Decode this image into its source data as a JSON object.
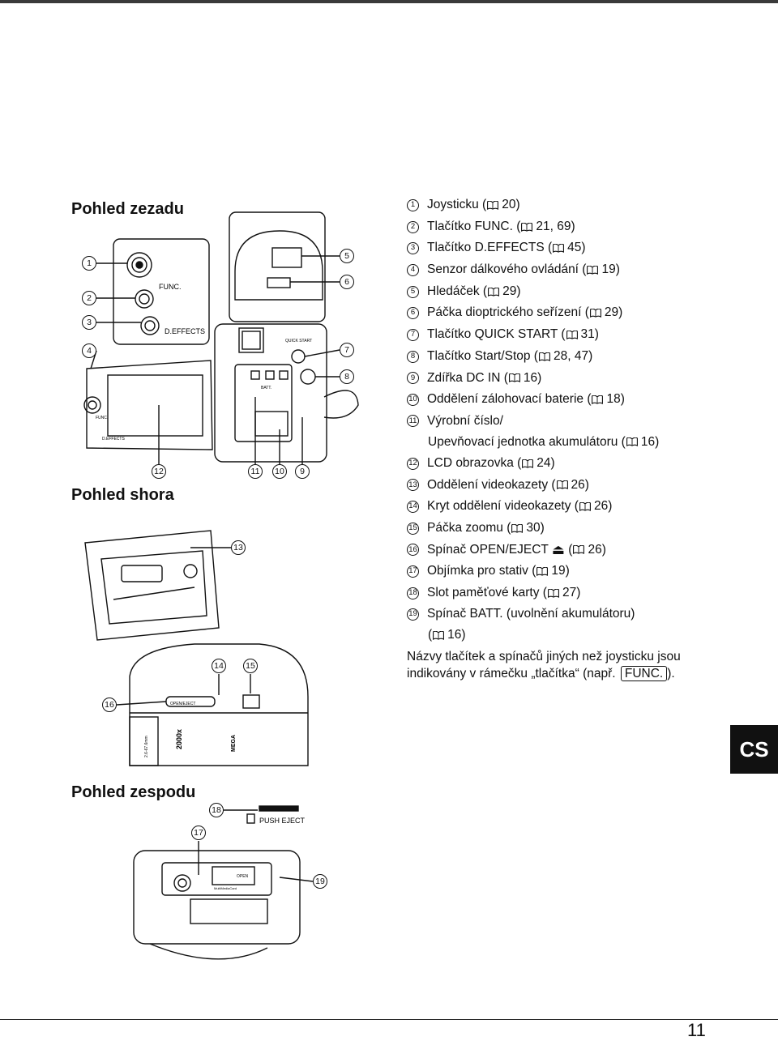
{
  "headings": {
    "rear": "Pohled zezadu",
    "top": "Pohled shora",
    "bottom": "Pohled zespodu"
  },
  "legend": [
    {
      "num": "1",
      "text": "Joysticku (",
      "ref": " 20)"
    },
    {
      "num": "2",
      "text": "Tlačítko FUNC. (",
      "ref": " 21, 69)"
    },
    {
      "num": "3",
      "text": "Tlačítko D.EFFECTS (",
      "ref": " 45)"
    },
    {
      "num": "4",
      "text": "Senzor dálkového ovládání (",
      "ref": " 19)"
    },
    {
      "num": "5",
      "text": "Hledáček (",
      "ref": " 29)"
    },
    {
      "num": "6",
      "text": "Páčka dioptrického seřízení (",
      "ref": " 29)"
    },
    {
      "num": "7",
      "text": "Tlačítko QUICK START (",
      "ref": " 31)"
    },
    {
      "num": "8",
      "text": "Tlačítko Start/Stop (",
      "ref": " 28, 47)"
    },
    {
      "num": "9",
      "text": "Zdířka DC IN (",
      "ref": " 16)"
    },
    {
      "num": "10",
      "text": "Oddělení zálohovací baterie (",
      "ref": " 18)"
    },
    {
      "num": "11",
      "text": "Výrobní číslo/",
      "line2": "Upevňovací jednotka akumulátoru (",
      "ref": " 16)"
    },
    {
      "num": "12",
      "text": "LCD obrazovka (",
      "ref": " 24)"
    },
    {
      "num": "13",
      "text": "Oddělení videokazety (",
      "ref": " 26)"
    },
    {
      "num": "14",
      "text": "Kryt oddělení videokazety (",
      "ref": " 26)"
    },
    {
      "num": "15",
      "text": "Páčka zoomu (",
      "ref": " 30)"
    },
    {
      "num": "16",
      "text": "Spínač OPEN/EJECT ",
      "eject": "⏏",
      "pre": " (",
      "ref": " 26)"
    },
    {
      "num": "17",
      "text": "Objímka pro stativ (",
      "ref": " 19)"
    },
    {
      "num": "18",
      "text": "Slot paměťové karty (",
      "ref": " 27)"
    },
    {
      "num": "19",
      "text": "Spínač BATT. (uvolnění akumulátoru)",
      "line2": "(",
      "ref": " 16)"
    }
  ],
  "note": {
    "line1": "Názvy tlačítek a spínačů jiných než joysticku jsou",
    "line2_pre": "indikovány v rámečku „tlačítka“ (např. ",
    "button": "FUNC.",
    "line2_post": ")."
  },
  "figure_labels": {
    "func": "FUNC.",
    "deffects": "D.EFFECTS",
    "func_small": "FUNC.",
    "deffects_small": "D.EFFECTS",
    "quick_start": "QUICK START",
    "batt": "BATT.",
    "open_eject": "OPEN/EJECT",
    "digital_zoom": "2000x",
    "lens": "2.6-67.6mm",
    "mega": "MEGA",
    "push_eject": "PUSH EJECT",
    "open": "OPEN",
    "multimedia": "MultiMediaCard"
  },
  "callouts": {
    "c1": "1",
    "c2": "2",
    "c3": "3",
    "c4": "4",
    "c5": "5",
    "c6": "6",
    "c7": "7",
    "c8": "8",
    "c9": "9",
    "c10": "10",
    "c11": "11",
    "c12": "12",
    "c13": "13",
    "c14": "14",
    "c15": "15",
    "c16": "16",
    "c17": "17",
    "c18": "18",
    "c19": "19"
  },
  "language_tab": "CS",
  "page_number": "11"
}
